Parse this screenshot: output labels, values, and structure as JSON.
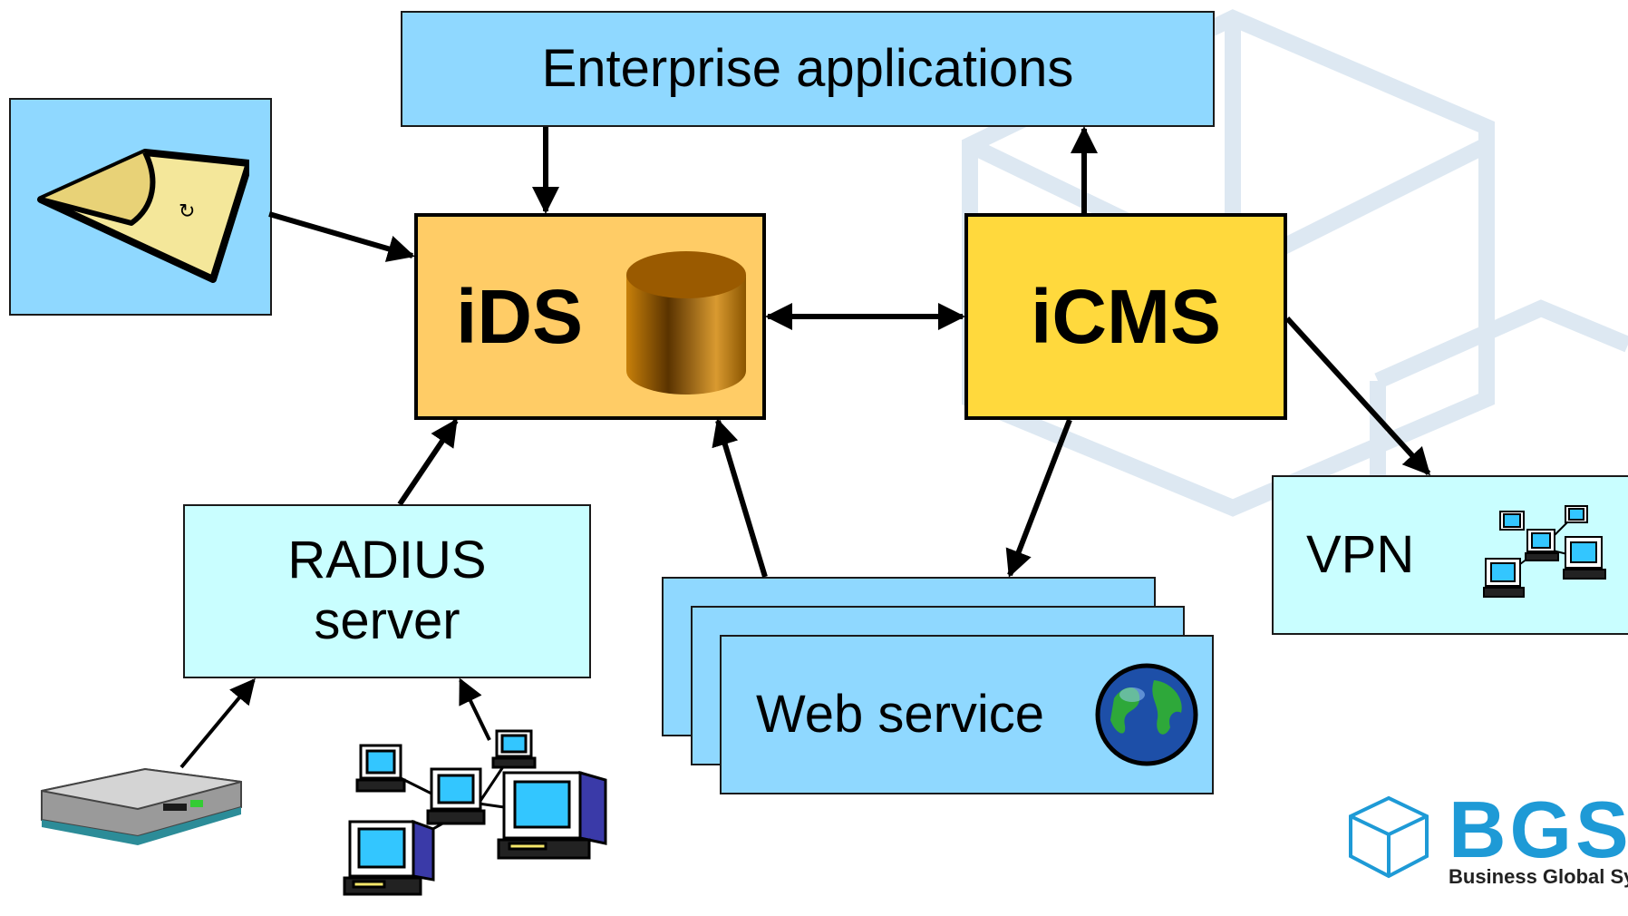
{
  "diagram": {
    "nodes": {
      "enterprise": "Enterprise applications",
      "ids": "iDS",
      "icms": "iCMS",
      "radius_line1": "RADIUS",
      "radius_line2": "server",
      "web_service": "Web service",
      "vpn": "VPN"
    },
    "logo": {
      "name": "BGS",
      "tagline": "Business Global Syst"
    }
  },
  "colors": {
    "light_blue": "#8fd8ff",
    "pale_cyan": "#c9feff",
    "ids_orange": "#ffcc66",
    "icms_yellow": "#ffd93d",
    "logo_blue": "#1e9ad6"
  },
  "icons": [
    "email-envelope-icon",
    "database-cylinder-icon",
    "globe-icon",
    "network-computers-icon",
    "modem-device-icon",
    "bgs-cube-logo-icon"
  ]
}
